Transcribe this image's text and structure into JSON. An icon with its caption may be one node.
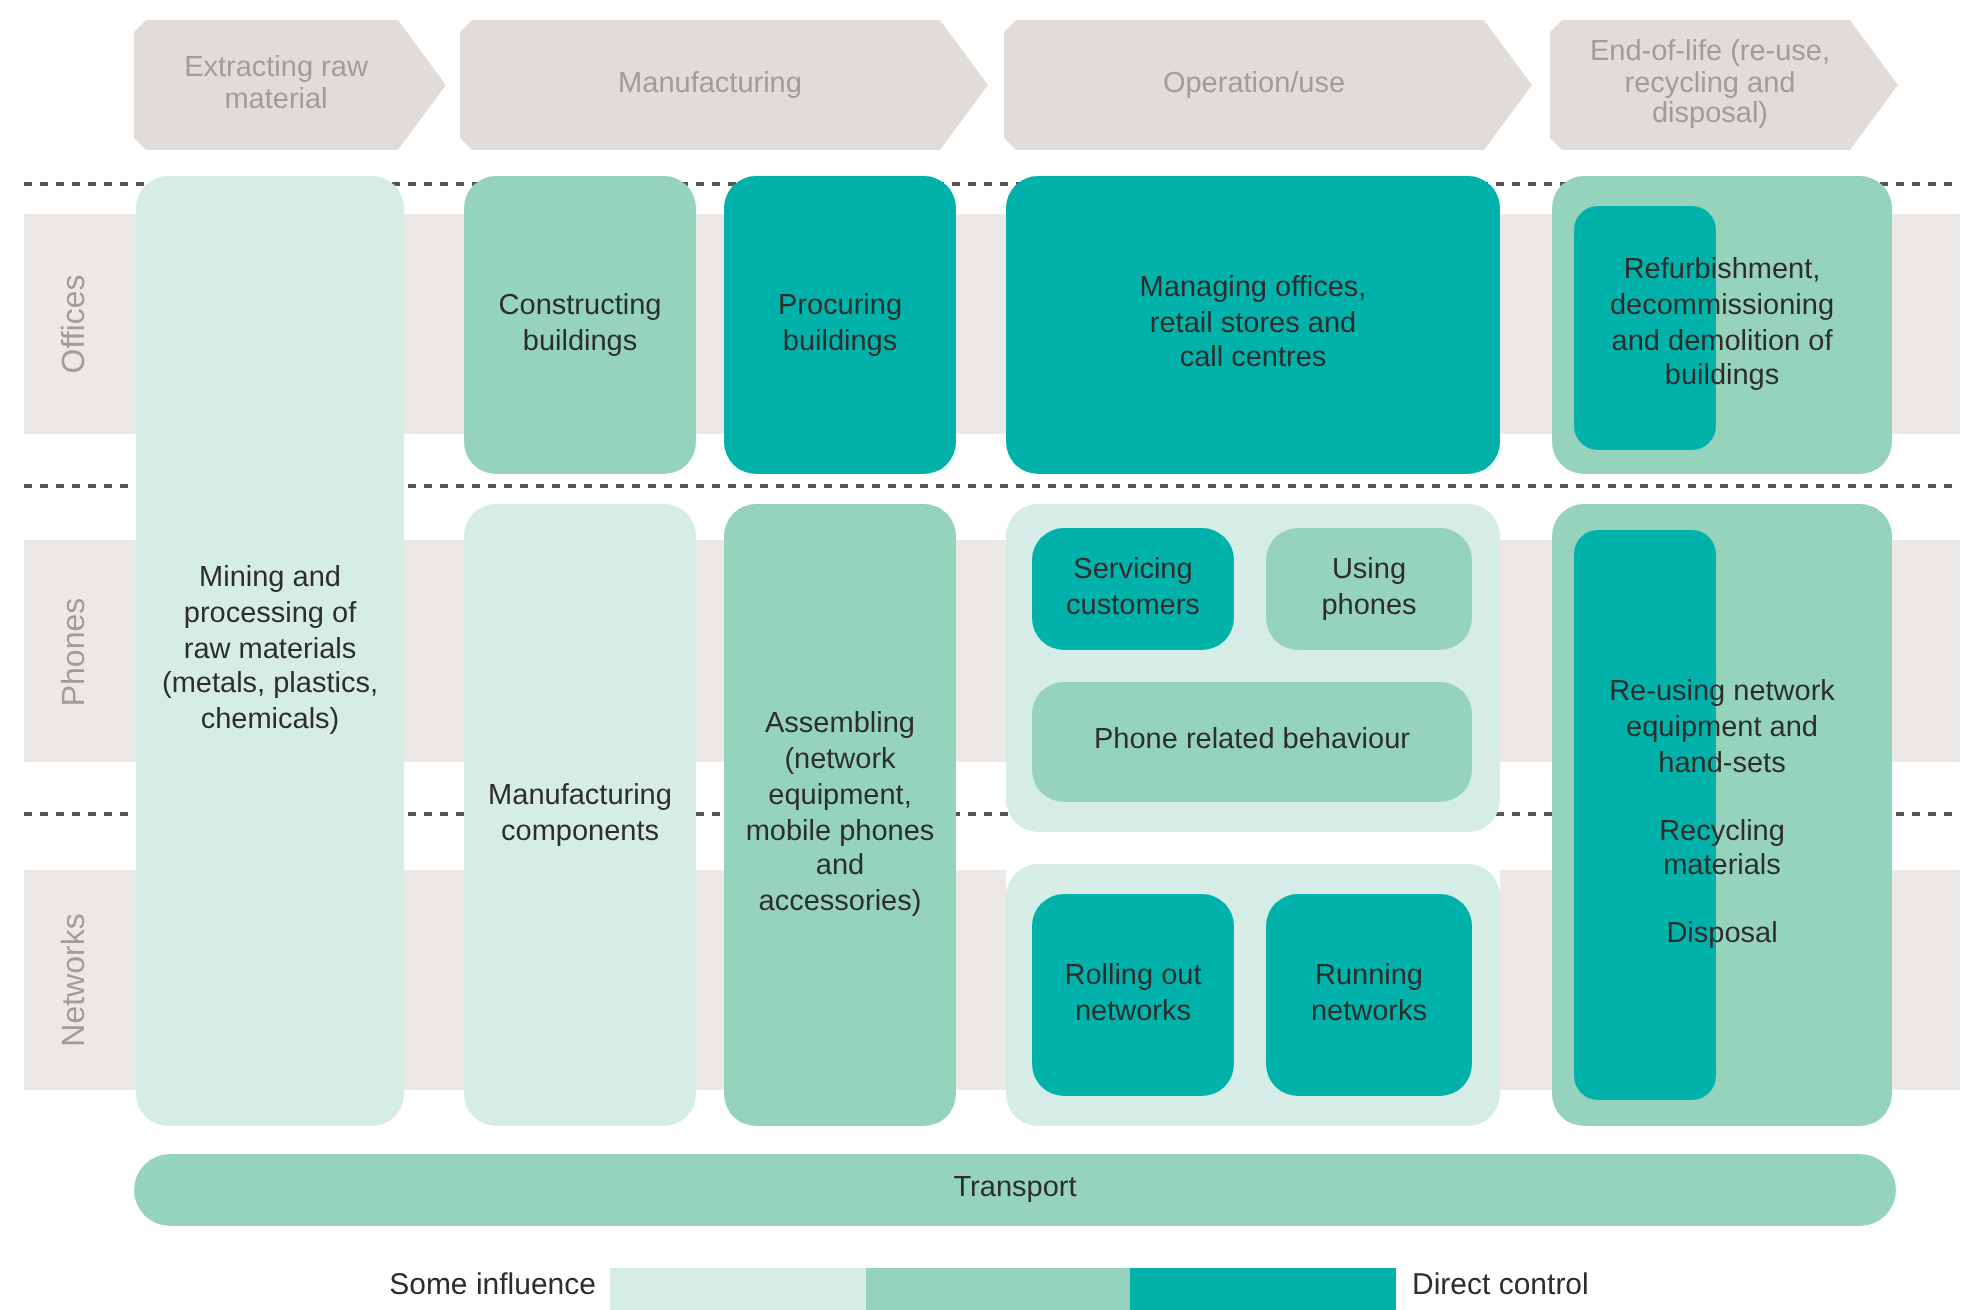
{
  "diagram": {
    "nodes": [
      {
        "text": [
          "Extracting raw material"
        ]
      },
      {
        "text": [
          "Manufacturing"
        ]
      },
      {
        "text": [
          "Operation/use"
        ]
      },
      {
        "text": [
          "End-of-life (re-use, recycling and disposal)"
        ]
      },
      {
        "text": [
          "Offices"
        ]
      },
      {
        "text": [
          "Phones"
        ]
      },
      {
        "text": [
          "Networks"
        ]
      },
      {
        "text": [
          "Mining and processing of raw materials (metals, plastics, chemicals)"
        ]
      },
      {
        "text": [
          "Constructing buildings"
        ]
      },
      {
        "text": [
          "Procuring buildings"
        ]
      },
      {
        "text": [
          "Managing offices, retail stores and call centres"
        ]
      },
      {
        "text": [
          "Refurbishment, decommissioning and demolition of buildings"
        ]
      },
      {
        "text": [],
        "shape": "box",
        "in": 11
      },
      {
        "text": [
          "Manufacturing components"
        ]
      },
      {
        "text": [
          "Assembling (network equipment, mobile phones and accessories)"
        ]
      },
      {
        "text": [],
        "shape": "box"
      },
      {
        "text": [
          "Servicing customers"
        ],
        "in": 15
      },
      {
        "text": [
          "Using phones"
        ],
        "in": 15
      },
      {
        "text": [
          "Phone related behaviour"
        ],
        "in": 15
      },
      {
        "text": [],
        "shape": "box"
      },
      {
        "text": [
          "Rolling out networks"
        ],
        "in": 19
      },
      {
        "text": [
          "Running networks"
        ],
        "in": 19
      },
      {
        "text": [
          "Re-using network equipment and hand-sets",
          "Recycling materials",
          "Disposal"
        ]
      },
      {
        "text": [],
        "shape": "box",
        "in": 22
      },
      {
        "text": [
          "Transport"
        ]
      }
    ],
    "edges": [],
    "legend": [
      {
        "text": "Some influence",
        "color": "#d5ede6"
      },
      {
        "text": "Direct control",
        "color": "#00b2a9"
      }
    ]
  }
}
